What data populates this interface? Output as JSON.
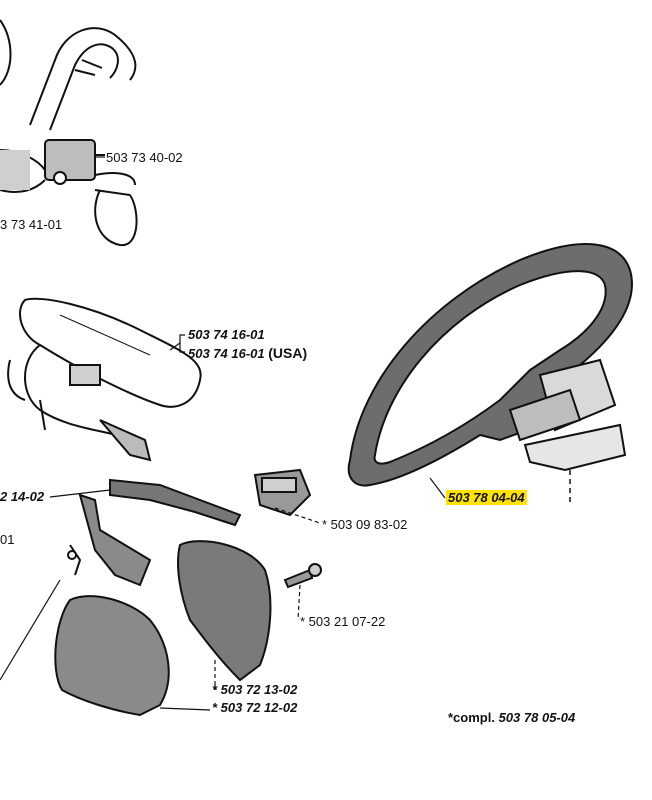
{
  "labels": {
    "harness_clip": "503 73 40-02",
    "harness": "3 73 41-01",
    "belt_1": "503 74 16-01",
    "belt_2": "503 74 16-01",
    "usa": "(USA)",
    "lever": "2 14-02",
    "left_part": "01",
    "switch": "* 503 09 83-02",
    "screw": "* 503 21 07-22",
    "handle": "503 78 04-04",
    "housing_1": "* 503 72 13-02",
    "housing_2": "* 503 72 12-02",
    "compl_prefix": "*compl.",
    "compl_part": "503 78 05-04"
  },
  "colors": {
    "highlight": "#ffe200",
    "ink": "#111111",
    "grip": "#6d6d6d",
    "part_fill": "#8a8a8a"
  }
}
